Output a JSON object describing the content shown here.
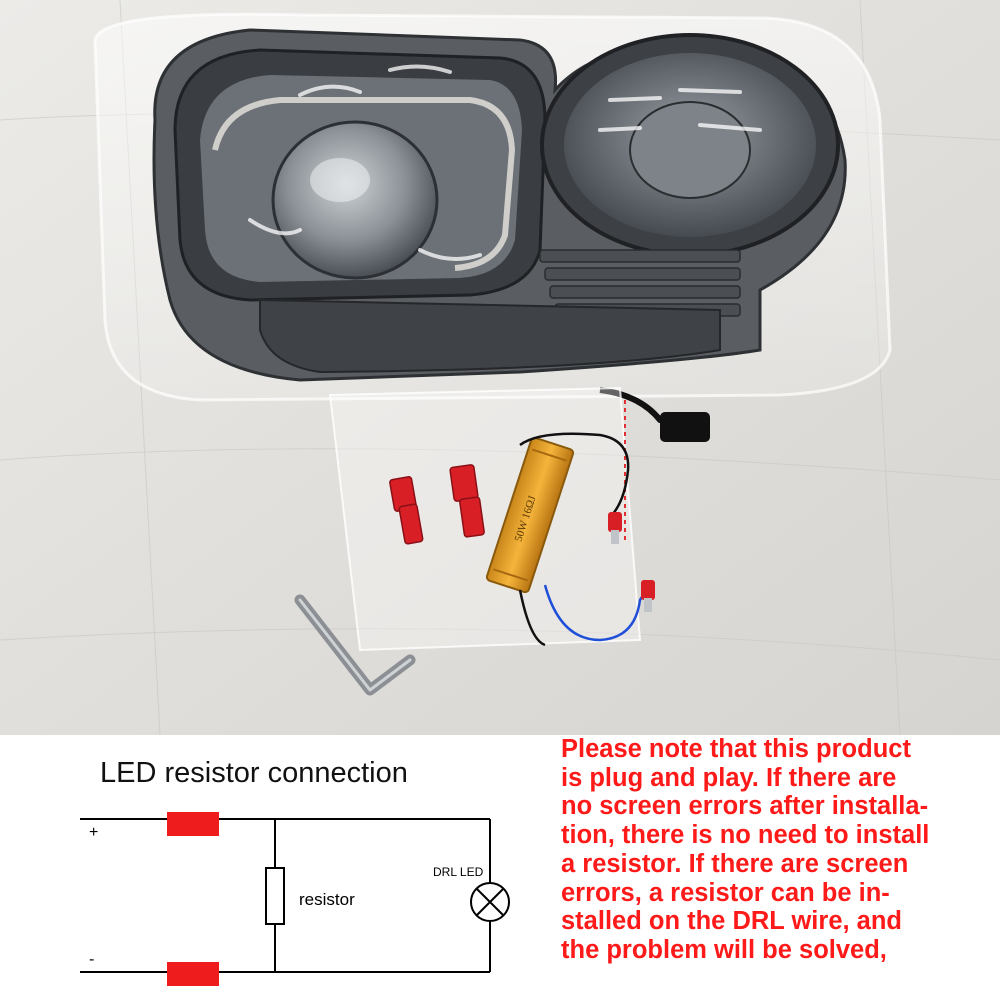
{
  "product_photo": {
    "description_icon": "headlight-photo",
    "resistor_print": "50W 16ΩJ"
  },
  "diagram": {
    "title": "LED resistor connection",
    "plus_label": "+",
    "minus_label": "-",
    "resistor_label": "resistor",
    "drl_label": "DRL LED",
    "colors": {
      "wire": "#000000",
      "fuse": "#ee1c1c"
    }
  },
  "note": {
    "color": "#ff1a1a",
    "lines": [
      "Please note that this product",
      "is plug and play. If there are",
      "no screen errors after installa-",
      "tion, there is no need to install",
      "a resistor. If there are screen",
      "errors, a resistor can be in-",
      "stalled on the DRL wire, and",
      "the problem will be solved,"
    ]
  }
}
